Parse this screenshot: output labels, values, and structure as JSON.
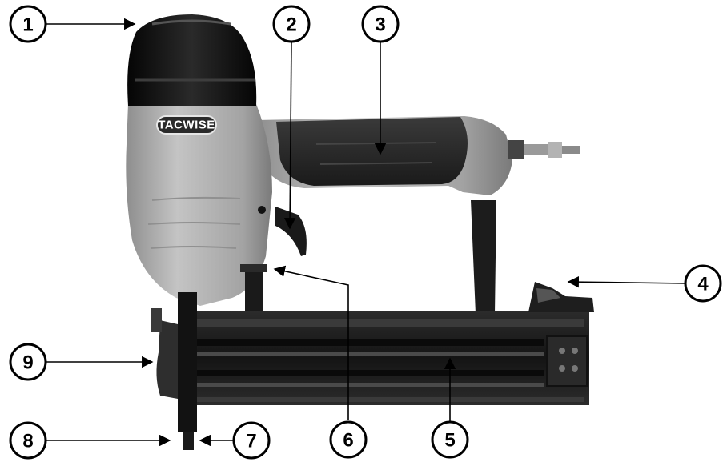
{
  "illustration": {
    "brand_logo": "TACWISE",
    "colors": {
      "cap": "#121212",
      "body": "#a8a8a8",
      "body_dark": "#6b6b6b",
      "grip": "#2b2b2b",
      "magazine": "#1a1a1a"
    }
  },
  "callouts": [
    {
      "number": "1"
    },
    {
      "number": "2"
    },
    {
      "number": "3"
    },
    {
      "number": "4"
    },
    {
      "number": "5"
    },
    {
      "number": "6"
    },
    {
      "number": "7"
    },
    {
      "number": "8"
    },
    {
      "number": "9"
    }
  ]
}
